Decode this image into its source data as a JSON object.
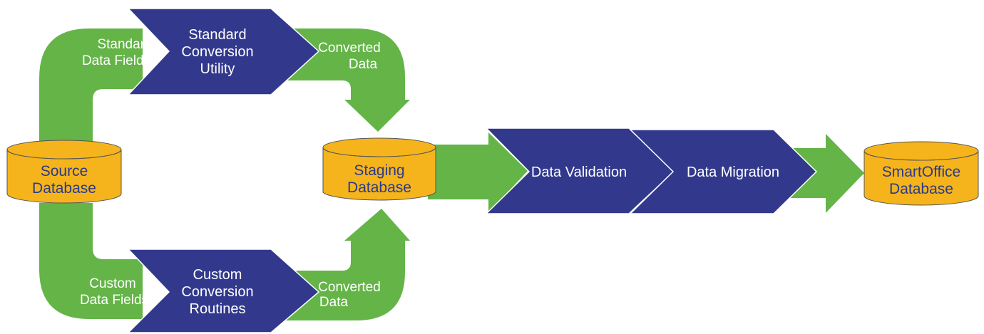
{
  "colors": {
    "flow_green": "#64b448",
    "process_blue": "#32398c",
    "database_gold": "#f5b41c",
    "database_text": "#283a8a",
    "label_white": "#ffffff"
  },
  "databases": {
    "source": {
      "line1": "Source",
      "line2": "Database"
    },
    "staging": {
      "line1": "Staging",
      "line2": "Database"
    },
    "smartoffice": {
      "line1": "SmartOffice",
      "line2": "Database"
    }
  },
  "processes": {
    "standard_conversion": {
      "line1": "Standard",
      "line2": "Conversion",
      "line3": "Utility"
    },
    "custom_conversion": {
      "line1": "Custom",
      "line2": "Conversion",
      "line3": "Routines"
    },
    "data_validation": {
      "label": "Data Validation"
    },
    "data_migration": {
      "label": "Data Migration"
    }
  },
  "flow_labels": {
    "standard_fields": {
      "line1": "Standard",
      "line2": "Data Fields"
    },
    "custom_fields": {
      "line1": "Custom",
      "line2": "Data Fields"
    },
    "converted_top": {
      "line1": "Converted",
      "line2": "Data"
    },
    "converted_bottom": {
      "line1": "Converted",
      "line2": "Data"
    }
  }
}
